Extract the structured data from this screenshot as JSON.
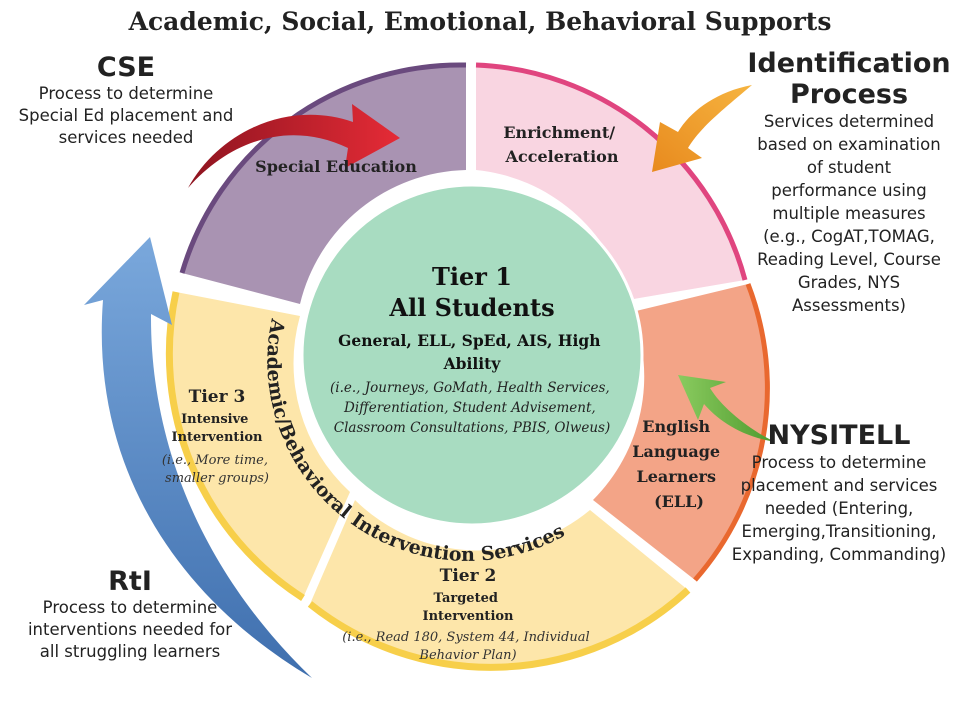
{
  "title": "Academic, Social, Emotional, Behavioral Supports",
  "segments": {
    "special_education": "Special Education",
    "enrichment": [
      "Enrichment/",
      "Acceleration"
    ],
    "ell": [
      "English",
      "Language",
      "Learners",
      "(ELL)"
    ],
    "tier2": {
      "title": "Tier 2",
      "subtitle": "Targeted",
      "subtitle2": "Intervention",
      "examples": [
        "(i.e., Read 180, System 44, Individual",
        "Behavior Plan)"
      ]
    },
    "tier3": {
      "title": "Tier 3",
      "subtitle": "Intensive",
      "subtitle2": "Intervention",
      "examples": [
        "(i.e., More time,",
        "smaller groups)"
      ]
    }
  },
  "tier1": {
    "title": "Tier 1",
    "subtitle": "All Students",
    "groups": [
      "General, ELL, SpEd, AIS, High",
      "Ability"
    ],
    "examples": [
      "(i.e., Journeys, GoMath, Health Services,",
      "Differentiation, Student Advisement,",
      "Classroom Consultations, PBIS, Olweus)"
    ]
  },
  "arc_label": "Academic/Behavioral Intervention Services",
  "notes": {
    "cse": {
      "head": "CSE",
      "body": [
        "Process to determine",
        "Special Ed placement and",
        "services needed"
      ]
    },
    "identification": {
      "head": [
        "Identification",
        "Process"
      ],
      "body": [
        "Services determined",
        "based on examination",
        "of student",
        "performance using",
        "multiple measures",
        "(e.g., CogAT,TOMAG,",
        "Reading Level, Course",
        "Grades, NYS",
        "Assessments)"
      ]
    },
    "nysitell": {
      "head": "NYSITELL",
      "body": [
        "Process to determine",
        "placement and services",
        "needed (Entering,",
        "Emerging,Transitioning,",
        "Expanding, Commanding)"
      ]
    },
    "rti": {
      "head": "RtI",
      "body": [
        "Process to determine",
        "interventions needed for",
        "all struggling learners"
      ]
    }
  },
  "colors": {
    "special_education": "#a993b2",
    "special_education_edge": "#6a4a7e",
    "enrichment": "#f9d5e1",
    "enrichment_edge": "#e0457f",
    "ell": "#f3a487",
    "ell_edge": "#e9682f",
    "tier": "#fde6aa",
    "tier_edge": "#f7cf4a",
    "tier1": "#a8dcc1",
    "arrow_red": "#c9202d",
    "arrow_orange": "#f3a22d",
    "arrow_green": "#6fb64a",
    "arrow_blue": "#5d8fcb"
  }
}
